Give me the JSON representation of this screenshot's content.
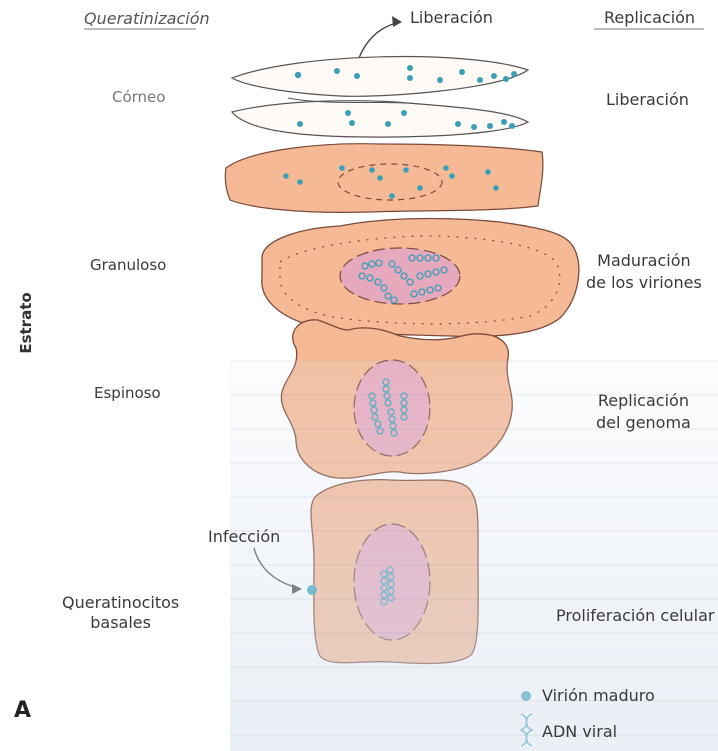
{
  "headers": {
    "left": "Queratinización",
    "center": "Liberación",
    "right": "Replicación"
  },
  "strata": {
    "vertical_label": "Estrato",
    "corneo": "Córneo",
    "granuloso": "Granuloso",
    "espinoso": "Espinoso",
    "basales_line1": "Queratinocitos",
    "basales_line2": "basales"
  },
  "stages": {
    "liberacion": "Liberación",
    "maduracion_line1": "Maduración",
    "maduracion_line2": "de los viriones",
    "replicacion_line1": "Replicación",
    "replicacion_line2": "del genoma",
    "proliferacion": "Proliferación celular"
  },
  "infection_label": "Infección",
  "legend": {
    "virion": "Virión maduro",
    "adn": "ADN viral"
  },
  "panel_letter": "A",
  "colors": {
    "cell_fill": "#f5b996",
    "cell_stroke": "#7a4a3a",
    "nucleus_fill": "#e6a8bc",
    "virion": "#3aa0b8",
    "dna": "#6fb0c8"
  }
}
